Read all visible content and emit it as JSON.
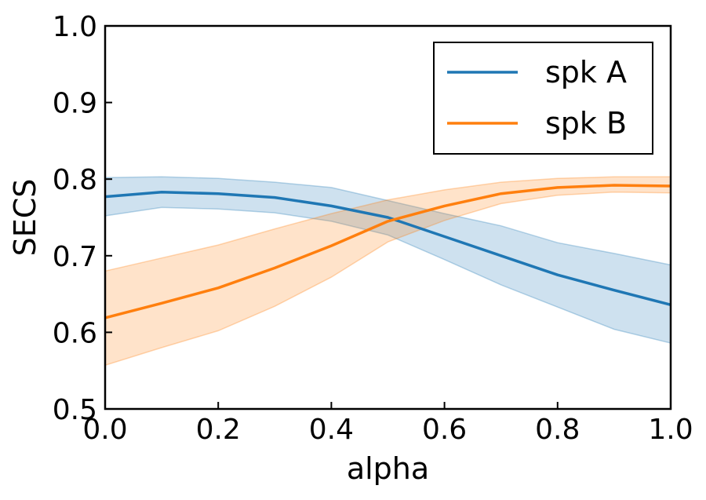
{
  "chart_data": {
    "type": "line",
    "xlabel": "alpha",
    "ylabel": "SECS",
    "xlim": [
      0.0,
      1.0
    ],
    "ylim": [
      0.5,
      1.0
    ],
    "xticks": [
      "0.0",
      "0.2",
      "0.4",
      "0.6",
      "0.8",
      "1.0"
    ],
    "yticks": [
      "0.5",
      "0.6",
      "0.7",
      "0.8",
      "0.9",
      "1.0"
    ],
    "grid": false,
    "legend_position": "top-right",
    "x": [
      0.0,
      0.1,
      0.2,
      0.3,
      0.4,
      0.5,
      0.6,
      0.7,
      0.8,
      0.9,
      1.0
    ],
    "series": [
      {
        "name": "spk A",
        "color": "#1f77b4",
        "values": [
          0.777,
          0.783,
          0.781,
          0.776,
          0.765,
          0.75,
          0.725,
          0.7,
          0.675,
          0.655,
          0.636
        ],
        "lower": [
          0.752,
          0.763,
          0.761,
          0.756,
          0.745,
          0.727,
          0.695,
          0.662,
          0.633,
          0.604,
          0.586
        ],
        "upper": [
          0.802,
          0.803,
          0.801,
          0.796,
          0.789,
          0.772,
          0.755,
          0.739,
          0.717,
          0.703,
          0.688
        ]
      },
      {
        "name": "spk B",
        "color": "#ff7f0e",
        "values": [
          0.619,
          0.638,
          0.658,
          0.684,
          0.713,
          0.745,
          0.765,
          0.781,
          0.789,
          0.792,
          0.791
        ],
        "lower": [
          0.557,
          0.58,
          0.602,
          0.634,
          0.672,
          0.718,
          0.746,
          0.768,
          0.779,
          0.783,
          0.782
        ],
        "upper": [
          0.68,
          0.697,
          0.714,
          0.735,
          0.755,
          0.773,
          0.786,
          0.796,
          0.801,
          0.803,
          0.803
        ]
      }
    ]
  }
}
